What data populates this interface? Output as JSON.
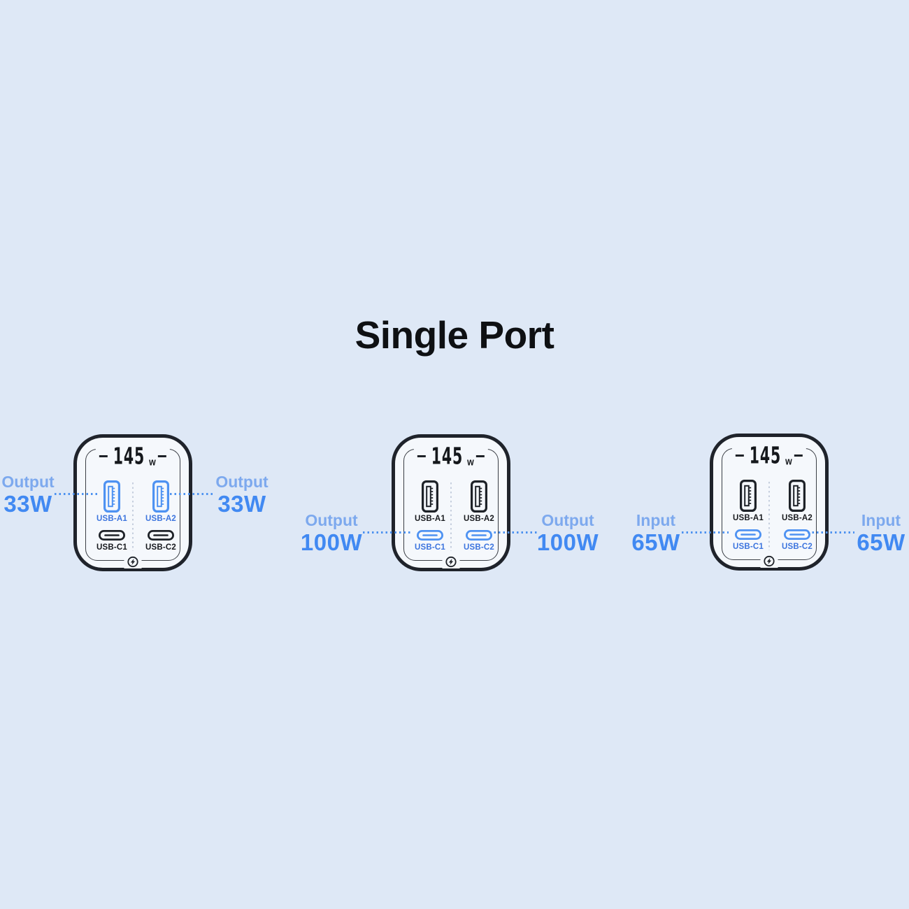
{
  "title": "Single Port",
  "colors": {
    "background": "#dee8f6",
    "charger_fill": "#f5f8fc",
    "outline_black": "#1f232b",
    "port_highlight_blue": "#4e92f2",
    "port_label_blue": "#3c74de",
    "annotation_mode_blue": "#7da9ee",
    "annotation_value_blue": "#4189f2",
    "title_black": "#0e1013"
  },
  "chargers": [
    {
      "name": "charger-usb-a-output",
      "wattage_value": "145",
      "wattage_unit": "w",
      "highlighted_ports": "USB-A",
      "port_a1": "USB-A1",
      "port_a2": "USB-A2",
      "port_c1": "USB-C1",
      "port_c2": "USB-C2",
      "left_label": {
        "mode": "Output",
        "value": "33W"
      },
      "right_label": {
        "mode": "Output",
        "value": "33W"
      }
    },
    {
      "name": "charger-usb-c-output",
      "wattage_value": "145",
      "wattage_unit": "w",
      "highlighted_ports": "USB-C",
      "port_a1": "USB-A1",
      "port_a2": "USB-A2",
      "port_c1": "USB-C1",
      "port_c2": "USB-C2",
      "left_label": {
        "mode": "Output",
        "value": "100W"
      },
      "right_label": {
        "mode": "Output",
        "value": "100W"
      }
    },
    {
      "name": "charger-usb-c-input",
      "wattage_value": "145",
      "wattage_unit": "w",
      "highlighted_ports": "USB-C",
      "port_a1": "USB-A1",
      "port_a2": "USB-A2",
      "port_c1": "USB-C1",
      "port_c2": "USB-C2",
      "left_label": {
        "mode": "Input",
        "value": "65W"
      },
      "right_label": {
        "mode": "Input",
        "value": "65W"
      }
    }
  ]
}
